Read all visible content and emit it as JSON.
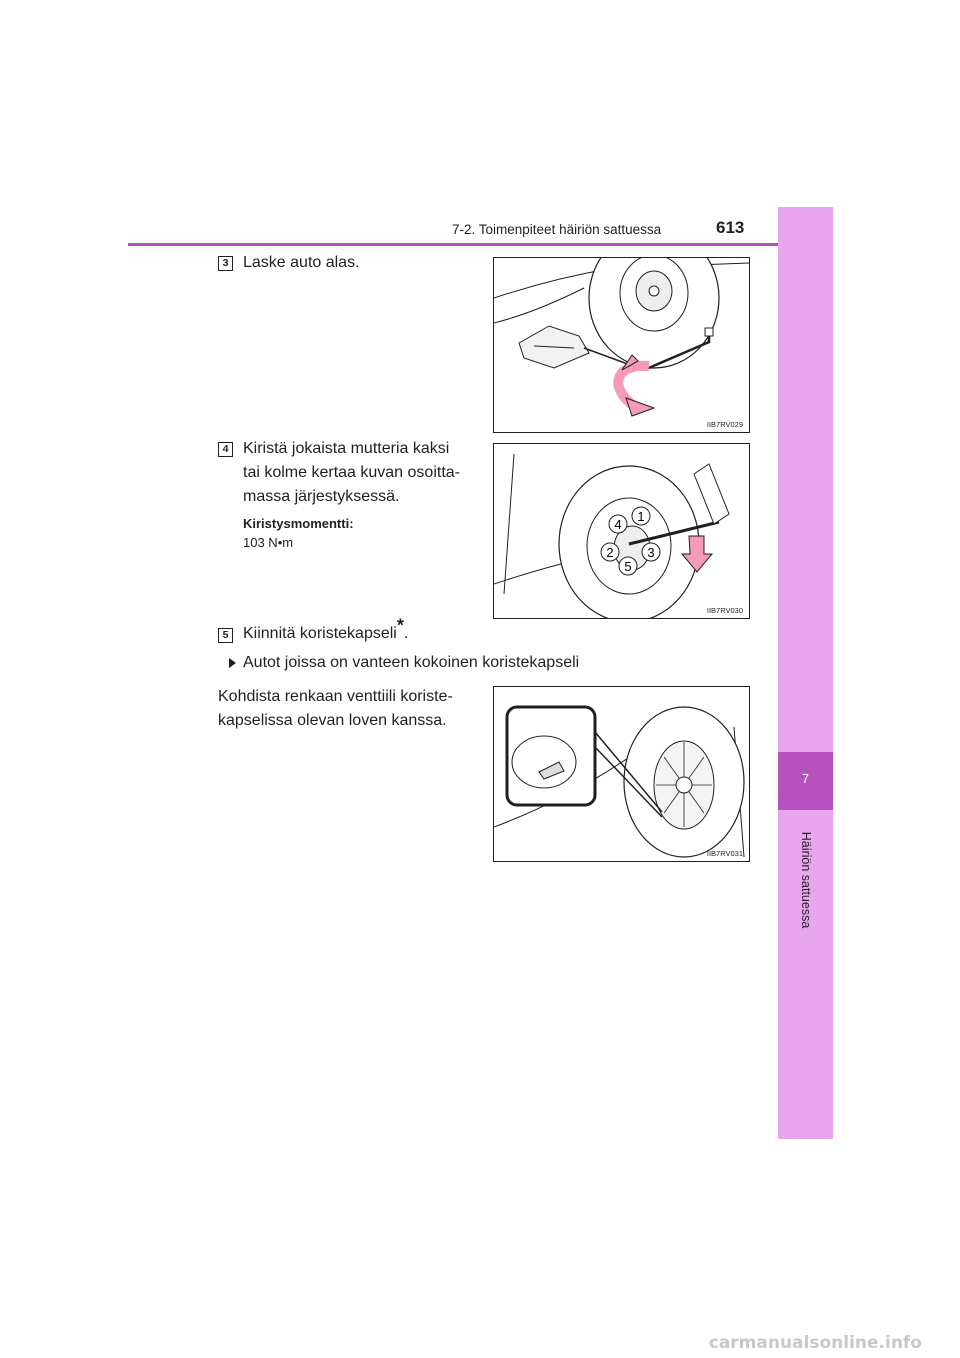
{
  "header": {
    "section_title": "7-2. Toimenpiteet häiriön sattuessa",
    "page_number": "613"
  },
  "side_tab": {
    "chapter_number": "7",
    "chapter_title": "Häiriön sattuessa"
  },
  "steps": [
    {
      "number": "3",
      "text": "Laske auto alas.",
      "figure_code": "IIB7RV029"
    },
    {
      "number": "4",
      "text": "Kiristä jokaista mutteria kaksi tai kolme kertaa kuvan osoittamassa järjestyksessä.",
      "line1": "Kiristä jokaista mutteria kaksi",
      "line2": "tai kolme kertaa kuvan osoitta-",
      "line3": "massa järjestyksessä.",
      "spec_label": "Kiristysmomentti:",
      "spec_value": "103 N•m",
      "figure_code": "IIB7RV030",
      "nut_labels": [
        "1",
        "2",
        "3",
        "4",
        "5"
      ]
    },
    {
      "number": "5",
      "text": "Kiinnitä koristekapseli",
      "asterisk": "*",
      "period": ".",
      "bullet": "Autot joissa on vanteen kokoinen koristekapseli",
      "para_line1": "Kohdista renkaan venttiili koriste-",
      "para_line2": "kapselissa olevan loven kanssa.",
      "figure_code": "IIB7RV031"
    }
  ],
  "watermark": "carmanualsonline.info",
  "colors": {
    "accent": "#b94dbf",
    "tab": "#e8a6ee",
    "tab_dark": "#b552c0",
    "arrow_pink": "#f59ab8"
  }
}
